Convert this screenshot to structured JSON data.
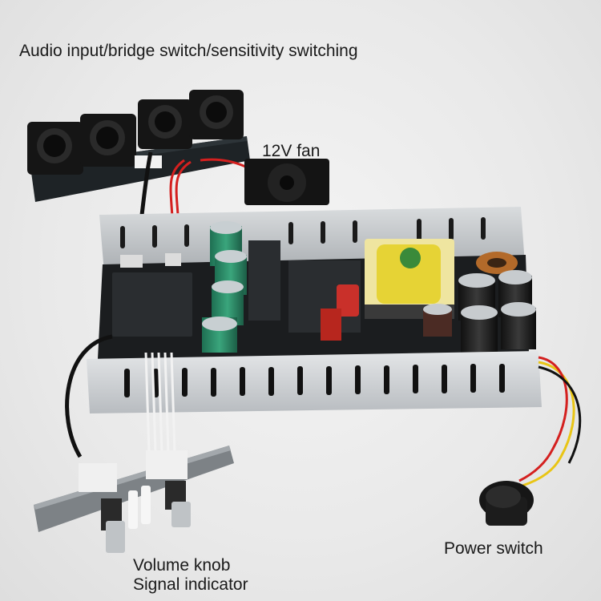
{
  "labels": {
    "audio_input": "Audio input/bridge switch/sensitivity switching",
    "fan": "12V fan",
    "power_switch": "Power switch",
    "volume_knob": "Volume knob",
    "signal_indicator": "Signal indicator"
  },
  "colors": {
    "background": "#e9e9e9",
    "chassis": "#c9cccf",
    "pcb": "#1b1d1f",
    "capacitor_green": "#2f8a66",
    "capacitor_black": "#1a1a1a",
    "transformer_yellow": "#e6d335",
    "wire_red": "#d4201f",
    "wire_yellow": "#e9c515"
  }
}
